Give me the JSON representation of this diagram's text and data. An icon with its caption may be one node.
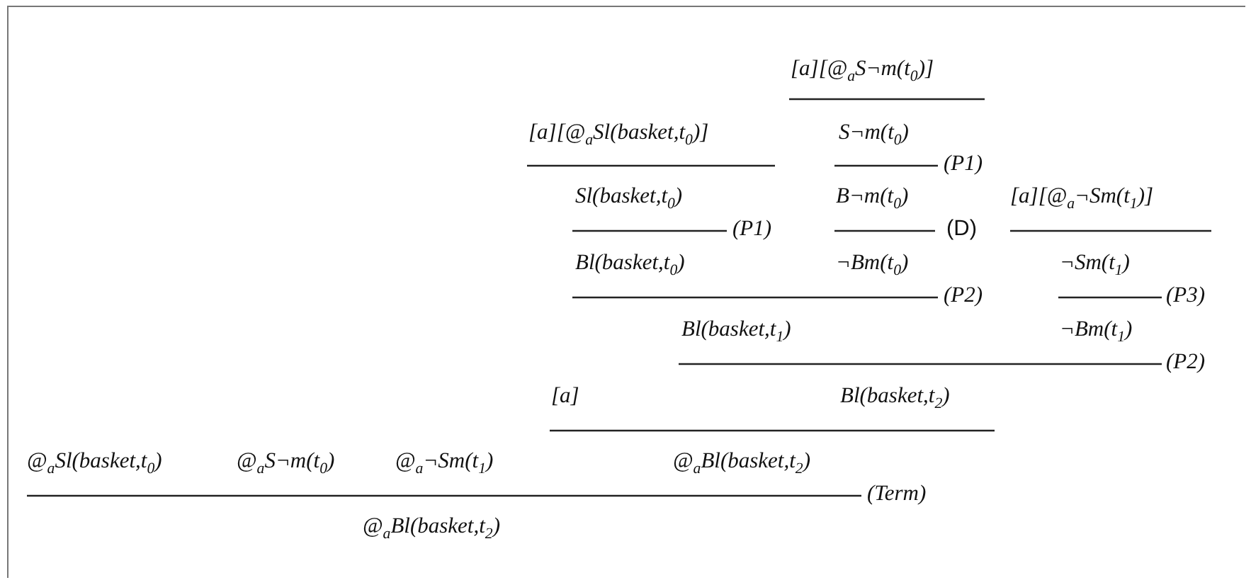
{
  "diagram": {
    "labels": [
      "[a][@$_{a}$S¬m(t$_{0}$)]",
      "[a][@$_{a}$Sl(basket,t$_{0}$)]",
      "S¬m(t$_{0}$)",
      "(P1)",
      "Sl(basket,t$_{0}$)",
      "B¬m(t$_{0}$)",
      "[a][@$_{a}$¬Sm(t$_{1}$)]",
      "(P1)",
      "(D)",
      "Bl(basket,t$_{0}$)",
      "¬Bm(t$_{0}$)",
      "¬Sm(t$_{1}$)",
      "(P2)",
      "(P3)",
      "Bl(basket,t$_{1}$)",
      "¬Bm(t$_{1}$)",
      "(P2)",
      "[a]",
      "Bl(basket,t$_{2}$)",
      "@$_{a}$Sl(basket,t$_{0}$)",
      "@$_{a}$S¬m(t$_{0}$)",
      "@$_{a}$¬Sm(t$_{1}$)",
      "@$_{a}$Bl(basket,t$_{2}$)",
      "(Term)",
      "@$_{a}$Bl(basket,t$_{2}$)"
    ]
  }
}
